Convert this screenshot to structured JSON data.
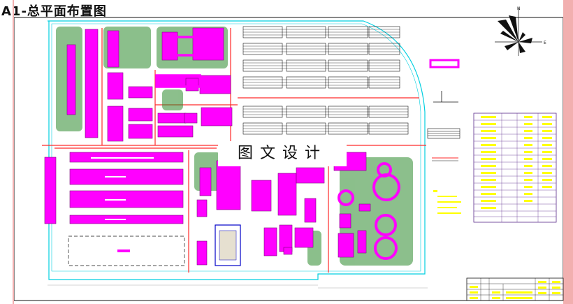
{
  "title": "A1-总平面布置图",
  "watermark": "图文设计",
  "compass": {
    "north": "N",
    "east": "E"
  },
  "colors": {
    "frame_border": "#f2afaf",
    "building_fill": "#ff00ff",
    "road": "#ff2a2a",
    "site_outline": "#00ffff",
    "label_yellow": "#ffff00",
    "stripe_black": "#000000",
    "tree_green": "#2e8b2e"
  }
}
